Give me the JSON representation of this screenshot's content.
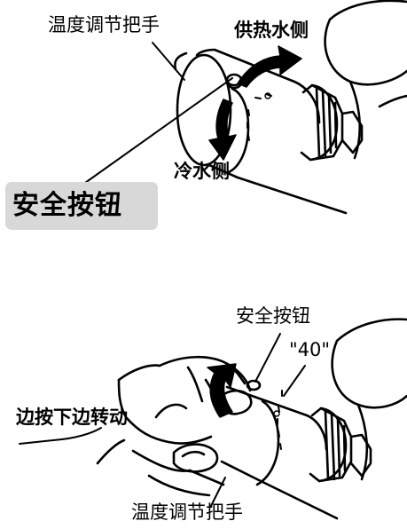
{
  "top_panel": {
    "handle_label": "温度调节把手",
    "hot_side_label": "供热水侧",
    "cold_side_label": "冷水侧",
    "safety_button_badge": "安全按钮",
    "badge_color": "#d8d8d8"
  },
  "bottom_panel": {
    "safety_button_label": "安全按钮",
    "position_label": "\"40\"",
    "instruction_label": "边按下边转动",
    "handle_label": "温度调节把手"
  }
}
